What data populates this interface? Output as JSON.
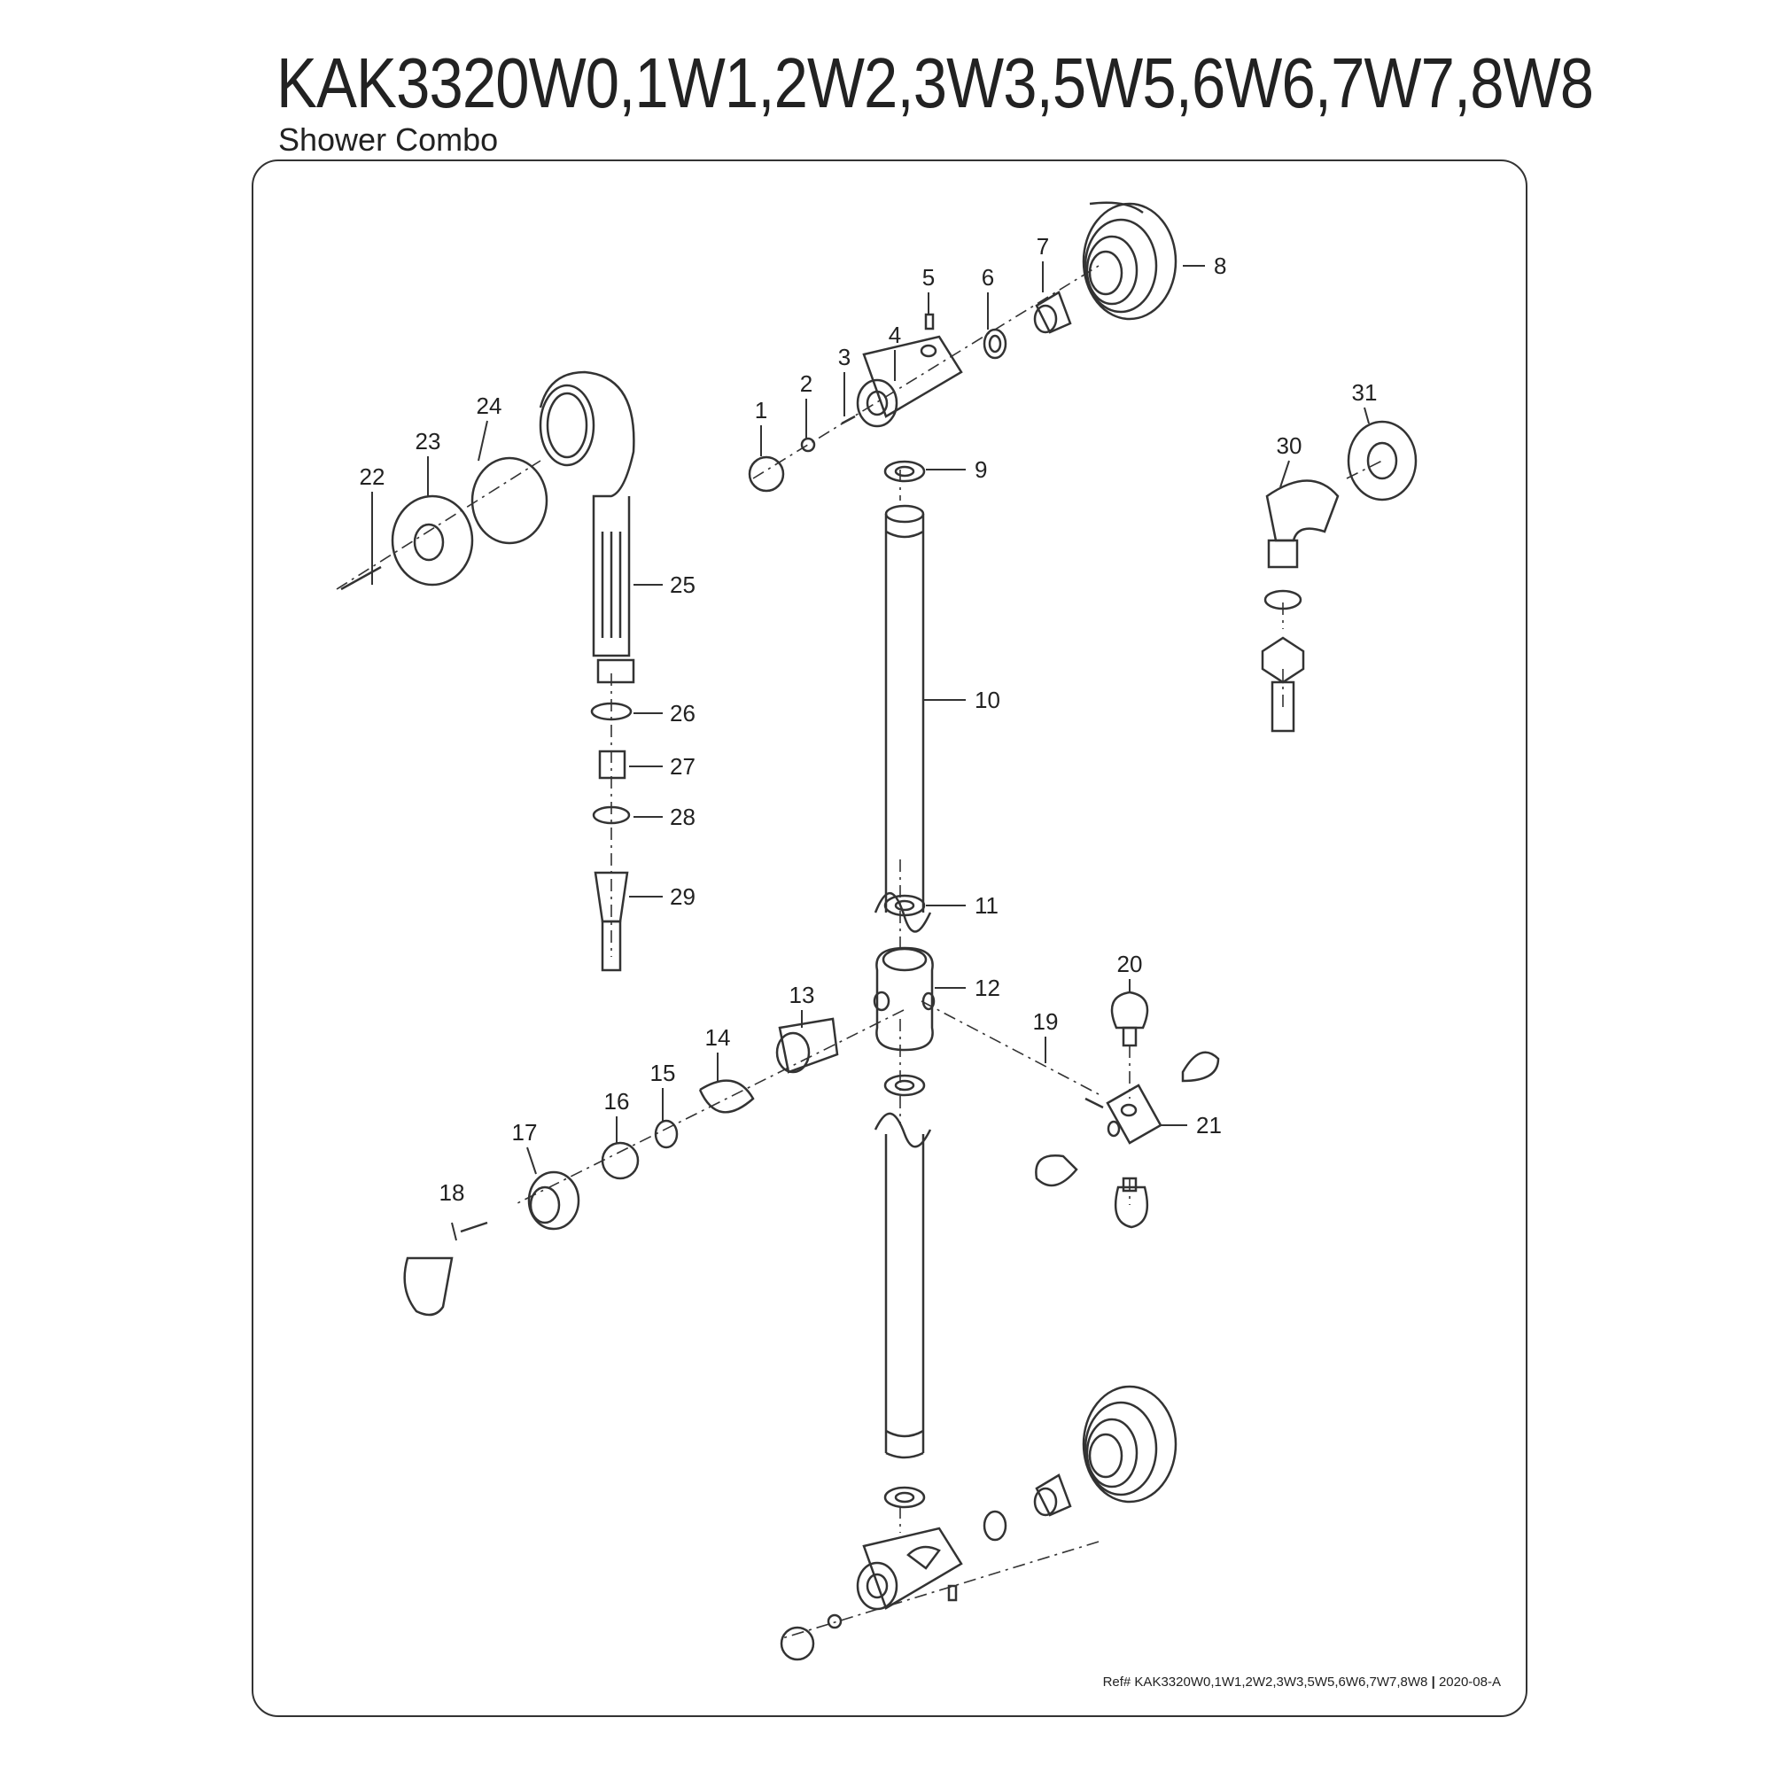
{
  "header": {
    "title": "KAK3320W0,1W1,2W2,3W3,5W5,6W6,7W7,8W8",
    "subtitle": "Shower Combo"
  },
  "diagram": {
    "callouts": [
      "1",
      "2",
      "3",
      "4",
      "5",
      "6",
      "7",
      "8",
      "9",
      "10",
      "11",
      "12",
      "13",
      "14",
      "15",
      "16",
      "17",
      "18",
      "19",
      "20",
      "21",
      "22",
      "23",
      "24",
      "25",
      "26",
      "27",
      "28",
      "29",
      "30",
      "31"
    ]
  },
  "footer": {
    "ref_text": "Ref# KAK3320W0,1W1,2W2,3W3,5W5,6W6,7W7,8W8",
    "separator": "|",
    "revision": "2020-08-A"
  },
  "colors": {
    "line": "#333333",
    "page": "#ffffff"
  }
}
